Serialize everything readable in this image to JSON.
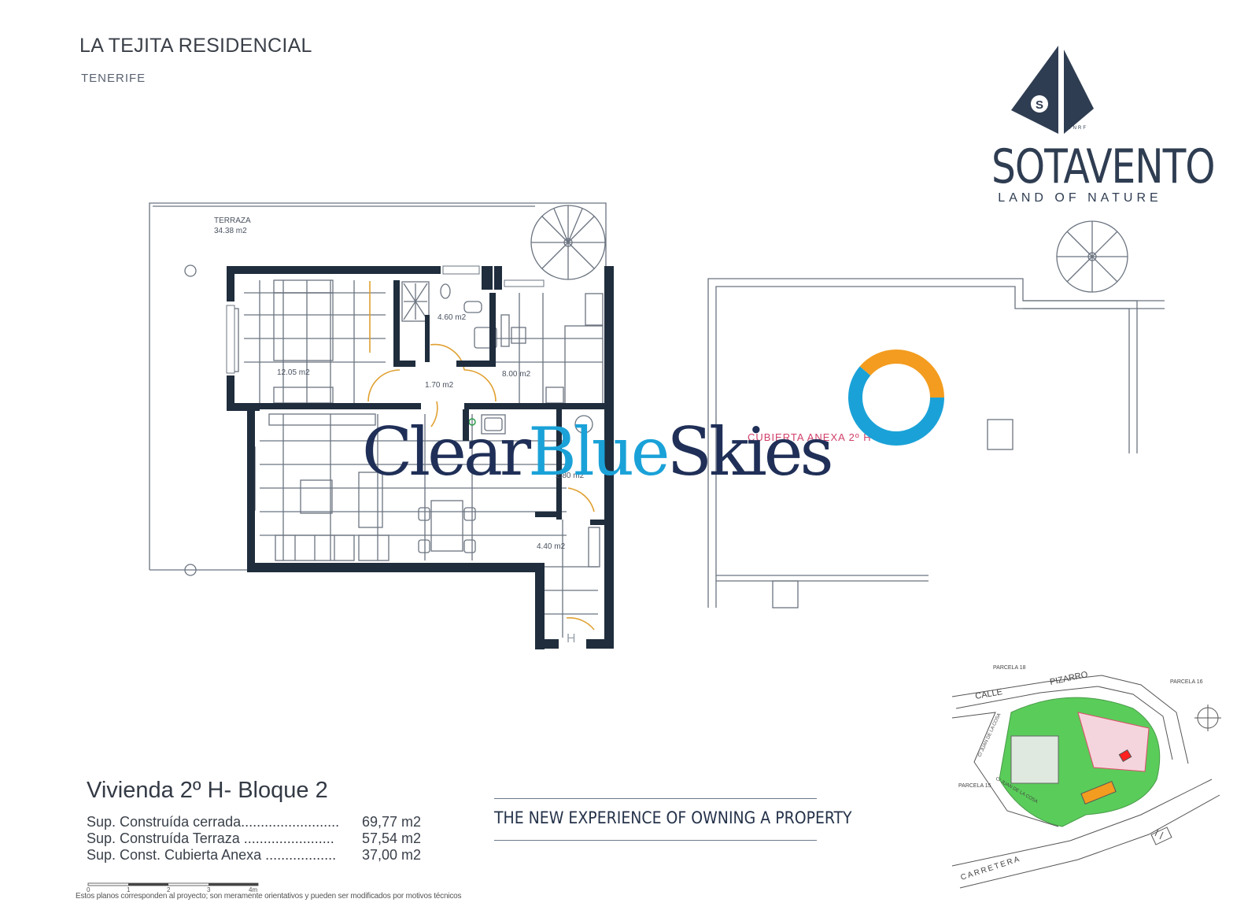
{
  "header": {
    "title": "LA TEJITA RESIDENCIAL",
    "subtitle": "TENERIFE"
  },
  "logo": {
    "name": "SOTAVENTO",
    "tagline": "LAND OF NATURE",
    "emblem_letter": "S",
    "emblem_small": "TNRF",
    "icon": "sail-triangle-icon"
  },
  "watermark": {
    "part1": "Clear",
    "part2": "Blue",
    "part3": "Skies",
    "colors": {
      "dark": "#1f2f57",
      "blue": "#1aa2d8",
      "orange": "#f39c1f"
    }
  },
  "plan": {
    "labels": {
      "terraza": "TERRAZA",
      "terraza_area": "34.38  m2",
      "bedroom": "12.05  m2",
      "bath": "4.60  m2",
      "hall": "1.70  m2",
      "bedroom2": "8.00  m2",
      "storage": "2.80 m2",
      "entry": "4.40  m2",
      "cubierta": "CUBIERTA  ANEXA  2º H",
      "door_mark": "H"
    },
    "colors": {
      "walls": "#1f2d3d",
      "lines": "#6b7480",
      "doors": "#e0a030",
      "accent": "#2a9d4a",
      "cubierta_text": "#d0406a"
    }
  },
  "site_map": {
    "labels": [
      "PARCELA 18",
      "PARCELA 16",
      "PARCELA 15",
      "CALLE",
      "PIZARRO",
      "C/ JUAN DE LA COSA",
      "C/ JUAN DE LA COSA",
      "CARRETERA"
    ],
    "colors": {
      "green": "#3ec43e",
      "pink": "#e04a6a",
      "pool": "#f39c1f",
      "unit": "#ff2020"
    }
  },
  "unit": {
    "title": "Vivienda 2º H- Bloque 2",
    "rows": [
      {
        "label": "Sup. Construída cerrada.........................",
        "value": "69,77 m2"
      },
      {
        "label": "Sup. Construída Terraza .......................",
        "value": "57,54 m2"
      },
      {
        "label": "Sup. Const. Cubierta Anexa ..................",
        "value": "37,00 m2"
      }
    ]
  },
  "slogan": "THE NEW EXPERIENCE OF OWNING A PROPERTY",
  "scale": {
    "ticks": [
      "0",
      "1",
      "2",
      "3",
      "4m"
    ]
  },
  "disclaimer": "Estos planos corresponden al proyecto; son meramente orientativos y pueden ser modificados por motivos técnicos"
}
